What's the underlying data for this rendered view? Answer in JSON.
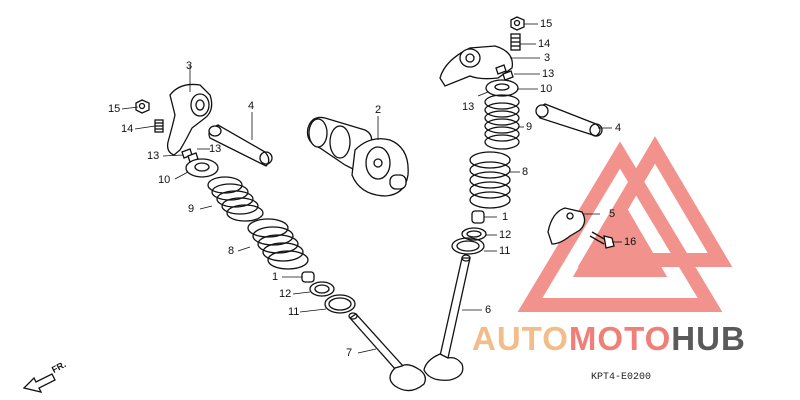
{
  "diagram": {
    "drawing_code": "KPT4-E0200",
    "front_marker": "FR.",
    "callouts": [
      "15",
      "14",
      "3",
      "13",
      "13",
      "10",
      "9",
      "8",
      "1",
      "12",
      "11",
      "7",
      "4",
      "2",
      "15",
      "14",
      "3",
      "13",
      "13",
      "10",
      "9",
      "8",
      "1",
      "12",
      "11",
      "6",
      "4",
      "5",
      "16"
    ]
  },
  "watermark": {
    "word_part1": "AUTO",
    "word_part2": "MOTO",
    "word_part3": "HUB",
    "triangle_color": "#f07f78",
    "accent_color": "#f2bd8a"
  }
}
